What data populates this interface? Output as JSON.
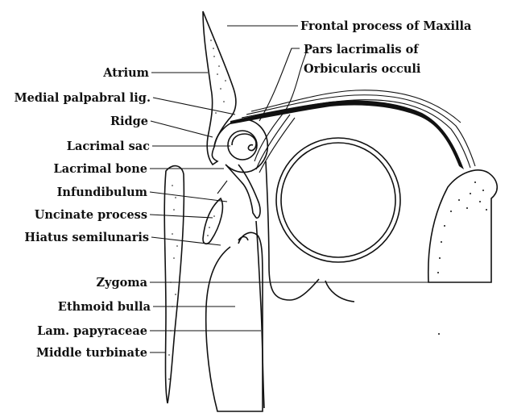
{
  "figure": {
    "labels": {
      "frontal_process": "Frontal process of Maxilla",
      "pars_lacrimalis_1": "Pars lacrimalis of",
      "pars_lacrimalis_2": "Orbicularis occuli",
      "atrium": "Atrium",
      "medial_palpebral": "Medial palpabral lig.",
      "ridge": "Ridge",
      "lacrimal_sac": "Lacrimal sac",
      "lacrimal_bone": "Lacrimal bone",
      "infundibulum": "Infundibulum",
      "uncinate": "Uncinate process",
      "hiatus": "Hiatus semilunaris",
      "zygoma": "Zygoma",
      "ethmoid_bulla": "Ethmoid bulla",
      "lam_papyraceae": "Lam. papyraceae",
      "middle_turbinate": "Middle turbinate"
    }
  }
}
